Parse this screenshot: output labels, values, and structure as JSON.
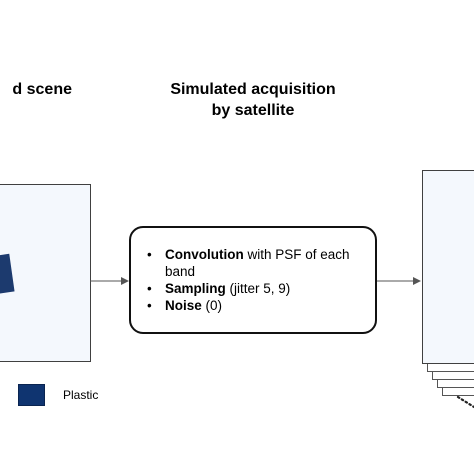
{
  "headings": {
    "input_scene": "d scene",
    "acquisition_line1": "Simulated acquisition",
    "acquisition_line2": "by satellite"
  },
  "process_steps": [
    {
      "bold": "Convolution",
      "rest": " with PSF of each band"
    },
    {
      "bold": "Sampling",
      "rest": " (jitter 5, 9)"
    },
    {
      "bold": "Noise",
      "rest": " (0)"
    }
  ],
  "legend": {
    "label": "Plastic",
    "color": "#0f3470"
  },
  "colors": {
    "panel_fill": "#f4f8fd",
    "plastic": "#1c3a6e",
    "stroke": "#111111"
  }
}
